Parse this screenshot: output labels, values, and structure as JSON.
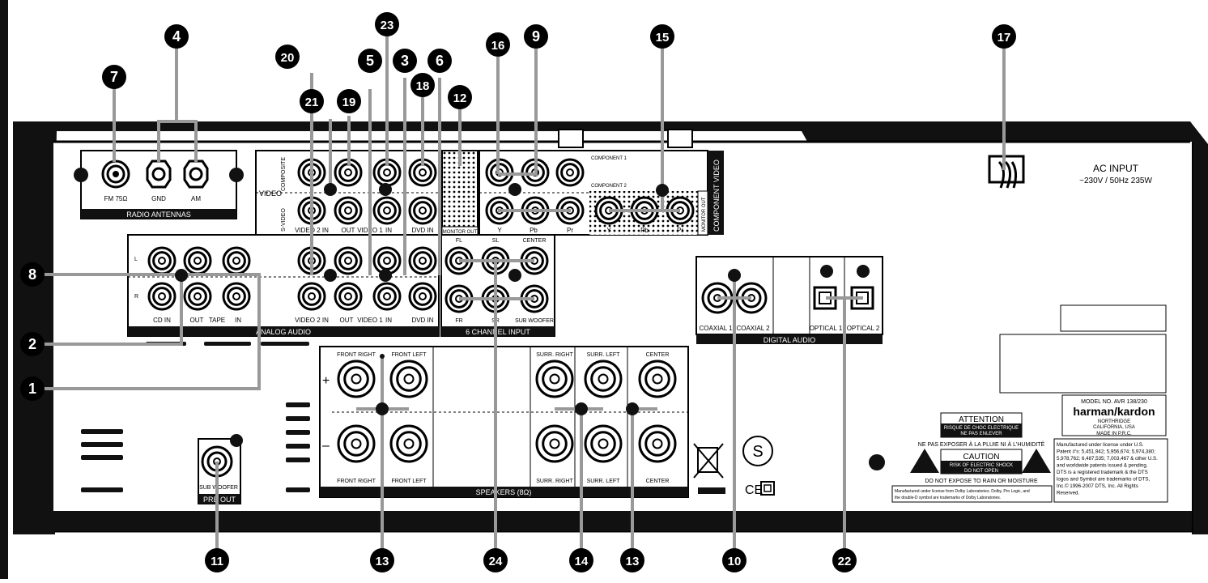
{
  "callouts": [
    "1",
    "2",
    "3",
    "4",
    "5",
    "6",
    "7",
    "8",
    "9",
    "10",
    "11",
    "12",
    "13",
    "13",
    "14",
    "15",
    "16",
    "17",
    "18",
    "19",
    "20",
    "21",
    "22",
    "23",
    "24"
  ],
  "radio": {
    "title": "RADIO ANTENNAS",
    "fm": "FM 75Ω",
    "gnd": "GND",
    "am": "AM"
  },
  "video": {
    "label": "VIDEO",
    "svideo": "S-VIDEO",
    "composite": "COMPOSITE",
    "video2_in": "VIDEO 2 IN",
    "out": "OUT",
    "video1": "VIDEO 1",
    "in": "IN",
    "dvd_in": "DVD IN",
    "monitor_out": "MONITOR OUT"
  },
  "component": {
    "title": "COMPONENT VIDEO",
    "comp1": "COMPONENT 1",
    "comp2": "COMPONENT 2",
    "y": "Y",
    "pb": "Pb",
    "pr": "Pr",
    "monitor_out": "MONITOR OUT"
  },
  "analog": {
    "title": "ANALOG AUDIO",
    "l": "L",
    "r": "R",
    "cd_in": "CD IN",
    "out": "OUT",
    "tape": "TAPE",
    "in": "IN",
    "video2_in": "VIDEO 2 IN",
    "video1": "VIDEO 1",
    "dvd_in": "DVD IN"
  },
  "six_ch": {
    "title": "6 CHANNEL INPUT",
    "fl": "FL",
    "sl": "SL",
    "center": "CENTER",
    "fr": "FR",
    "sr": "SR",
    "sub": "SUB WOOFER"
  },
  "digital": {
    "title": "DIGITAL AUDIO",
    "coax1": "COAXIAL 1",
    "coax2": "COAXIAL 2",
    "opt1": "OPTICAL 1",
    "opt2": "OPTICAL 2"
  },
  "speakers": {
    "title": "SPEAKERS (8Ω)",
    "plus": "+",
    "minus": "–",
    "front_right": "FRONT RIGHT",
    "front_left": "FRONT LEFT",
    "surr_right": "SURR. RIGHT",
    "surr_left": "SURR. LEFT",
    "center": "CENTER"
  },
  "preout": {
    "title": "PRE OUT",
    "sub": "SUB WOOFER"
  },
  "ac": {
    "title": "AC INPUT",
    "spec": "~230V / 50Hz  235W"
  },
  "model": {
    "line1": "MODEL NO. AVR 138/230",
    "brand": "harman/kardon",
    "city": "NORTHRIDGE",
    "state": "CALIFORNIA, USA",
    "made": "MADE IN P.R.C."
  },
  "warnings": {
    "attention": "ATTENTION",
    "attention_sub1": "RISQUE DE CHOC ELECTRIQUE",
    "attention_sub2": "NE PAS ENLEVER",
    "ne_pas": "NE PAS EXPOSER À LA PLUIE NI À L'HUMIDITÉ",
    "caution": "CAUTION",
    "caution_sub1": "RISK OF ELECTRIC SHOCK",
    "caution_sub2": "DO NOT OPEN",
    "do_not": "DO NOT EXPOSE TO RAIN OR MOISTURE",
    "dolby1": "Manufactured under license from Dolby Laboratories. Dolby, Pro Logic, and",
    "dolby2": "the double-D symbol are trademarks of Dolby Laboratories.",
    "dts": [
      "Manufactured under license under U.S.",
      "Patent #'s: 5,451,942; 5,956,674; 5,974,380;",
      "5,978,762; 6,487,535; 7,003,467 & other U.S.",
      "and worldwide patents issued & pending.",
      "DTS is a registered trademark & the DTS",
      "logos and Symbol are trademarks of DTS,",
      "Inc.© 1996-2007 DTS, Inc. All Rights",
      "Reserved."
    ]
  },
  "logos": {
    "ce": "CE"
  }
}
